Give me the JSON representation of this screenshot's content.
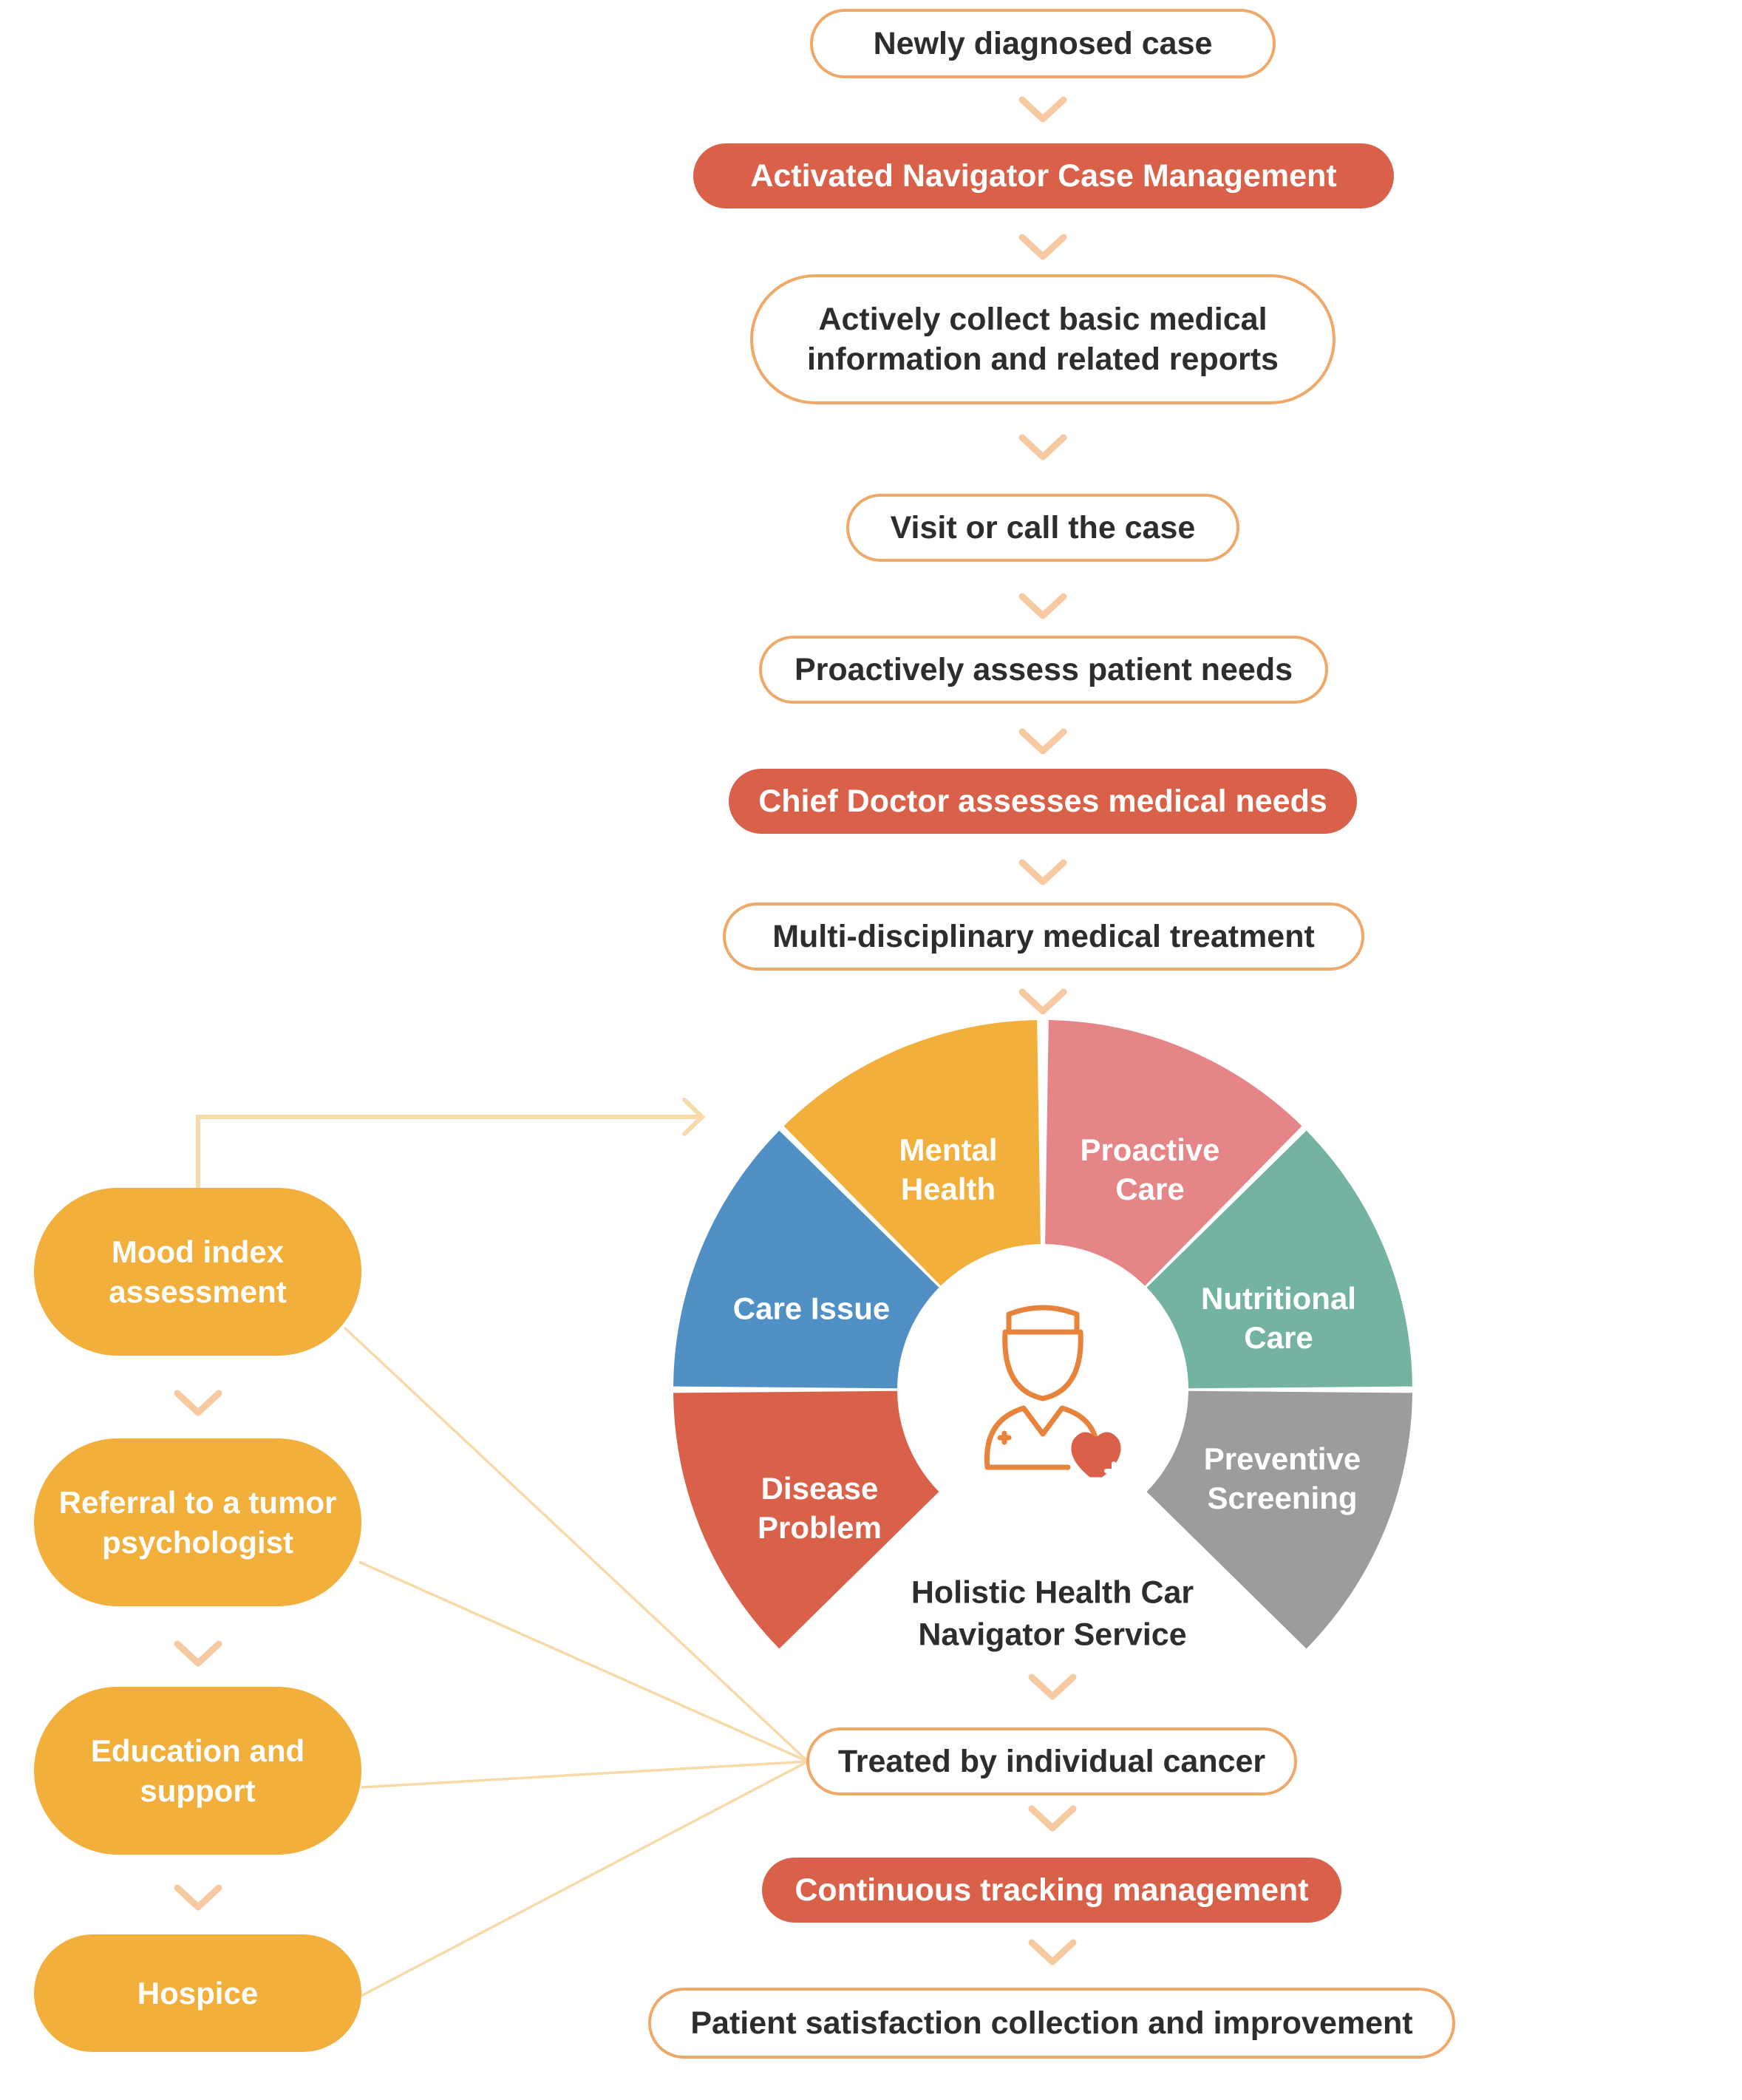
{
  "colors": {
    "outline_stroke": "#F0A868",
    "filled_red": "#D9614A",
    "chevron": "#F6C9A0",
    "side_fill": "#F2AF3C",
    "connector": "#F8D9A8",
    "text_dark": "#2d2d2d"
  },
  "main_flow": [
    {
      "lines": [
        "Newly diagnosed case"
      ],
      "style": "outline"
    },
    {
      "lines": [
        "Activated Navigator Case Management"
      ],
      "style": "filled"
    },
    {
      "lines": [
        "Actively collect basic medical",
        "information and related reports"
      ],
      "style": "outline"
    },
    {
      "lines": [
        "Visit or call the case"
      ],
      "style": "outline"
    },
    {
      "lines": [
        "Proactively assess patient needs"
      ],
      "style": "outline"
    },
    {
      "lines": [
        "Chief Doctor assesses medical needs"
      ],
      "style": "filled"
    },
    {
      "lines": [
        "Multi-disciplinary medical treatment"
      ],
      "style": "outline"
    }
  ],
  "wheel": {
    "center_icon": "nurse-heart-icon",
    "center_label": [
      "Holistic Health Car",
      "Navigator Service"
    ],
    "segments": [
      {
        "lines": [
          "Mental",
          "Health"
        ],
        "color": "#F2AF3C"
      },
      {
        "lines": [
          "Proactive",
          "Care"
        ],
        "color": "#E58587"
      },
      {
        "lines": [
          "Nutritional",
          "Care"
        ],
        "color": "#74B3A1"
      },
      {
        "lines": [
          "Preventive",
          "Screening"
        ],
        "color": "#9B9D9C"
      },
      {
        "lines": [
          "Disease",
          "Problem"
        ],
        "color": "#D9614A"
      },
      {
        "lines": [
          "Care Issue"
        ],
        "color": "#5190C5"
      }
    ]
  },
  "bottom_flow": [
    {
      "lines": [
        "Treated by individual cancer"
      ],
      "style": "outline"
    },
    {
      "lines": [
        "Continuous tracking management"
      ],
      "style": "filled"
    },
    {
      "lines": [
        "Patient satisfaction collection and improvement"
      ],
      "style": "outline"
    }
  ],
  "side_flow": [
    {
      "lines": [
        "Mood index",
        "assessment"
      ]
    },
    {
      "lines": [
        "Referral to a tumor",
        "psychologist"
      ]
    },
    {
      "lines": [
        "Education and",
        "support"
      ]
    },
    {
      "lines": [
        "Hospice"
      ]
    }
  ]
}
